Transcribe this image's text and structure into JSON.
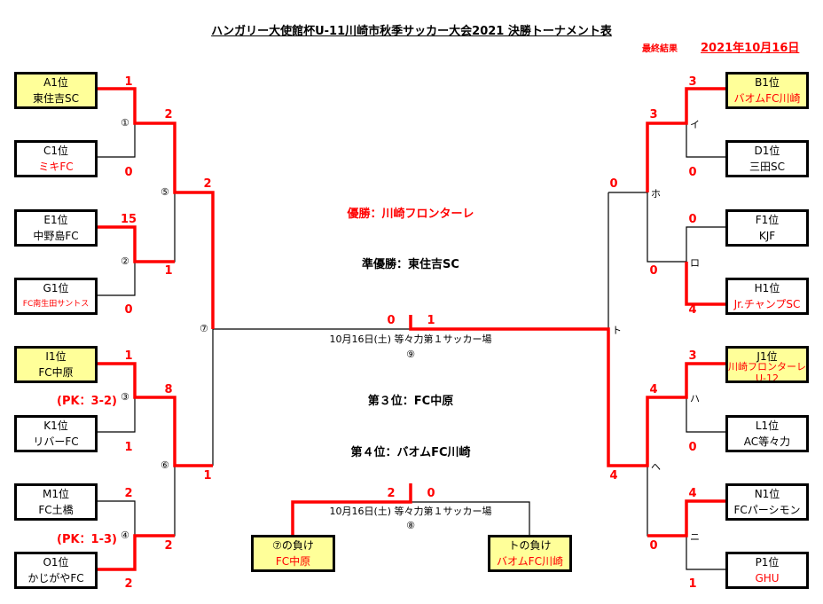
{
  "header": {
    "title": "ハンガリー大使館杯U-11川崎市秋季サッカー大会2021 決勝トーナメント表",
    "result_label": "最終結果",
    "date": "2021年10月16日"
  },
  "left_teams": [
    {
      "seed": "A1位",
      "name": "東住吉SC",
      "score": "1"
    },
    {
      "seed": "C1位",
      "name": "ミキFC",
      "score": "0"
    },
    {
      "seed": "E1位",
      "name": "中野島FC",
      "score": "15"
    },
    {
      "seed": "G1位",
      "name": "FC南生田サントス",
      "score": "0"
    },
    {
      "seed": "I1位",
      "name": "FC中原",
      "score": "1"
    },
    {
      "seed": "K1位",
      "name": "リバーFC",
      "score": "1"
    },
    {
      "seed": "M1位",
      "name": "FC土橋",
      "score": "2"
    },
    {
      "seed": "O1位",
      "name": "かじがやFC",
      "score": "2"
    }
  ],
  "right_teams": [
    {
      "seed": "B1位",
      "name": "バオムFC川崎",
      "score": "3"
    },
    {
      "seed": "D1位",
      "name": "三田SC",
      "score": "0"
    },
    {
      "seed": "F1位",
      "name": "KJF",
      "score": "0"
    },
    {
      "seed": "H1位",
      "name": "Jr.チャンプSC",
      "score": "4"
    },
    {
      "seed": "J1位",
      "name": "川崎フロンターレU-12",
      "score": "3"
    },
    {
      "seed": "L1位",
      "name": "AC等々力",
      "score": "0"
    },
    {
      "seed": "N1位",
      "name": "FCパーシモン",
      "score": "4"
    },
    {
      "seed": "P1位",
      "name": "GHU",
      "score": "1"
    }
  ],
  "matches": {
    "m1": "①",
    "m2": "②",
    "m3": "③",
    "m4": "④",
    "m5": "⑤",
    "m6": "⑥",
    "m7": "⑦",
    "m8": "⑧",
    "m9": "⑨",
    "i": "イ",
    "ro": "ロ",
    "ha": "ハ",
    "ni": "ニ",
    "ho": "ホ",
    "he": "ヘ",
    "to": "ト"
  },
  "pk": {
    "m3": "(PK：3-2)",
    "m4": "(PK：1-3)"
  },
  "scores": {
    "m1w": "2",
    "m2w": "1",
    "m3w": "8",
    "m4w": "2",
    "m5": "2",
    "m6": "1",
    "iw": "3",
    "row": "0",
    "haw": "4",
    "niw": "0",
    "ho": "0",
    "he": "4",
    "final_left": "0",
    "final_right": "1",
    "third_left": "2",
    "third_right": "0"
  },
  "center": {
    "champion": "優勝：川崎フロンターレ",
    "runner_up": "準優勝：東住吉SC",
    "venue": "10月16日(土) 等々力第１サッカー場",
    "third": "第３位：FC中原",
    "fourth": "第４位：バオムFC川崎"
  },
  "third_place": [
    {
      "label": "⑦の負け",
      "name": "FC中原"
    },
    {
      "label": "トの負け",
      "name": "バオムFC川崎"
    }
  ],
  "colors": {
    "win": "#ff0000",
    "highlight": "#ffff99"
  }
}
